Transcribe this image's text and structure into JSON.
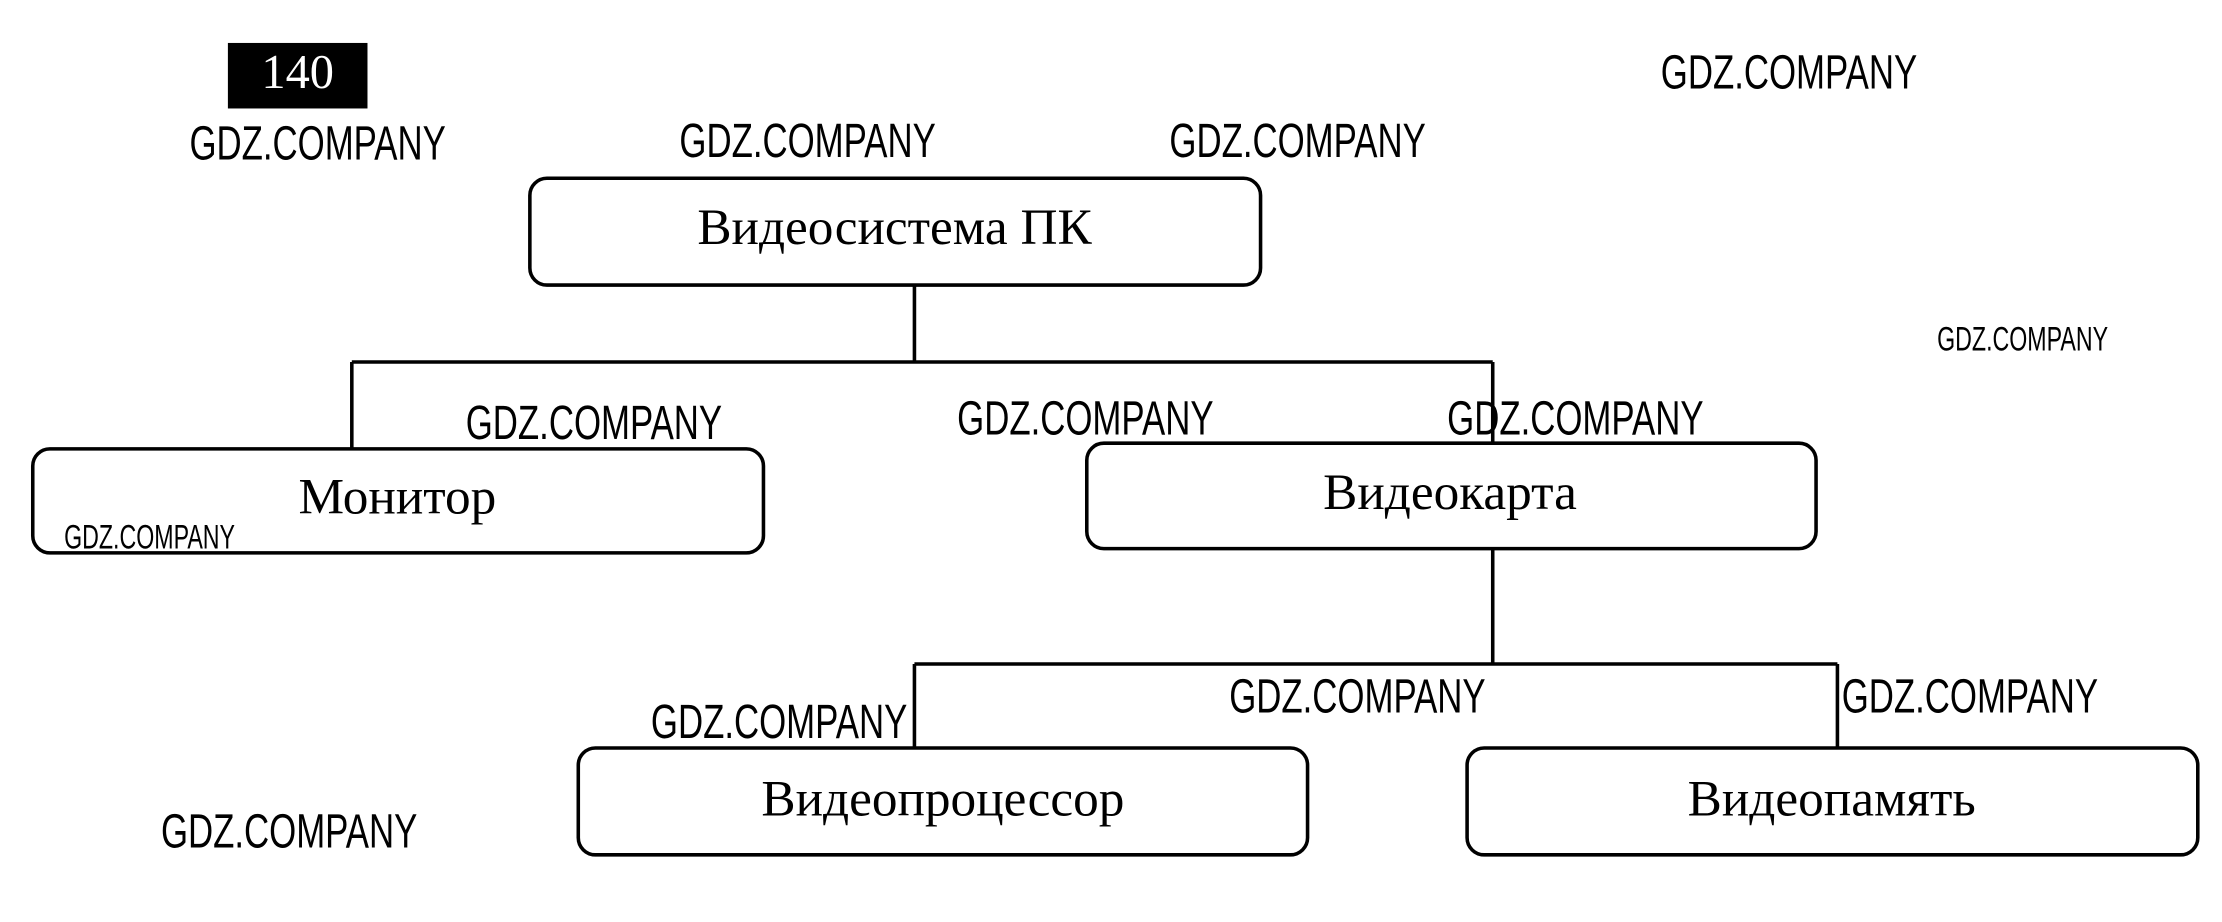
{
  "page_number": "140",
  "watermark": "GDZ.COMPANY",
  "diagram": {
    "root": "Видеосистема ПК",
    "level1": [
      "Монитор",
      "Видеокарта"
    ],
    "level2": [
      "Видеопроцессор",
      "Видеопамять"
    ]
  },
  "colors": {
    "stroke": "#000000",
    "background": "#ffffff",
    "badge": "#000000"
  }
}
